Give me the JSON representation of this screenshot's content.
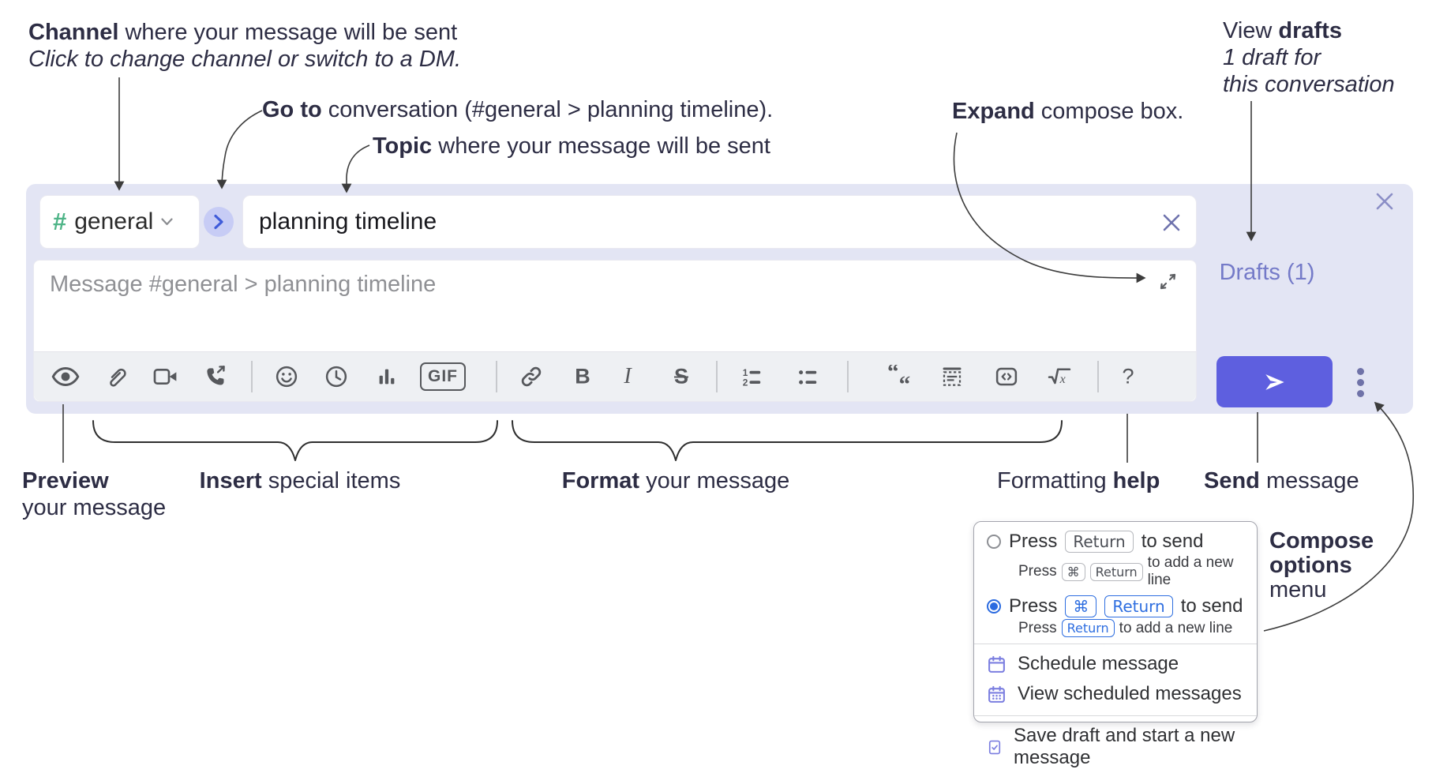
{
  "annotations": {
    "channel": {
      "bold": "Channel",
      "rest": " where your message will be sent",
      "line2": "Click to change channel or switch to a DM."
    },
    "goto": {
      "bold": "Go to",
      "rest": " conversation (#general > planning timeline)."
    },
    "topic": {
      "bold": "Topic",
      "rest": " where your message will be sent"
    },
    "expand": {
      "bold": "Expand",
      "rest": " compose box."
    },
    "drafts": {
      "line1_pre": "View ",
      "line1_bold": "drafts",
      "line2": "1 draft for",
      "line3": "this conversation"
    },
    "preview": {
      "bold": "Preview",
      "line2": "your message"
    },
    "insert": {
      "bold": "Insert",
      "rest": " special items"
    },
    "format": {
      "bold": "Format",
      "rest": " your message"
    },
    "help": {
      "pre": "Formatting ",
      "bold": "help"
    },
    "send": {
      "bold": "Send",
      "rest": " message"
    },
    "compose_options": {
      "line1": "Compose",
      "line2": "options",
      "line3": "menu"
    }
  },
  "compose": {
    "channel_selector": {
      "hash": "#",
      "name": "general"
    },
    "topic_input": {
      "value": "planning timeline"
    },
    "message_input": {
      "placeholder": "Message #general > planning timeline"
    },
    "drafts_link": "Drafts (1)",
    "toolbar": {
      "icons": [
        "preview-eye",
        "attach-paperclip",
        "video-call",
        "voice-call",
        "emoji",
        "time",
        "poll",
        "gif",
        "link",
        "bold",
        "italic",
        "strikethrough",
        "numbered-list",
        "bulleted-list",
        "quote",
        "spoiler",
        "code",
        "math",
        "help"
      ],
      "gif_label": "GIF",
      "bold_glyph": "B",
      "italic_glyph": "I",
      "strike_glyph": "S",
      "help_glyph": "?"
    }
  },
  "popup": {
    "o1": {
      "pre": "Press",
      "key1": "Return",
      "post": "to send"
    },
    "o1s": {
      "pre": "Press",
      "key1": "⌘",
      "key2": "Return",
      "post": "to add a new line"
    },
    "o2": {
      "pre": "Press",
      "key1": "⌘",
      "key2": "Return",
      "post": "to send"
    },
    "o2s": {
      "pre": "Press",
      "key1": "Return",
      "post": "to add a new line"
    },
    "menu": [
      "Schedule message",
      "View scheduled messages",
      "Save draft and start a new message"
    ]
  },
  "colors": {
    "compose_bg": "#e3e5f4",
    "send_button": "#5e5fdf",
    "drafts_link": "#747ac8",
    "channel_hash_green": "#4eb487",
    "goto_circle_bg": "#c7ccf5",
    "goto_chevron_blue": "#3f5bd9",
    "kbd_blue": "#2e6ee0",
    "icon_gray": "#56585c",
    "menu_icon_purple": "#7b7ee0"
  }
}
